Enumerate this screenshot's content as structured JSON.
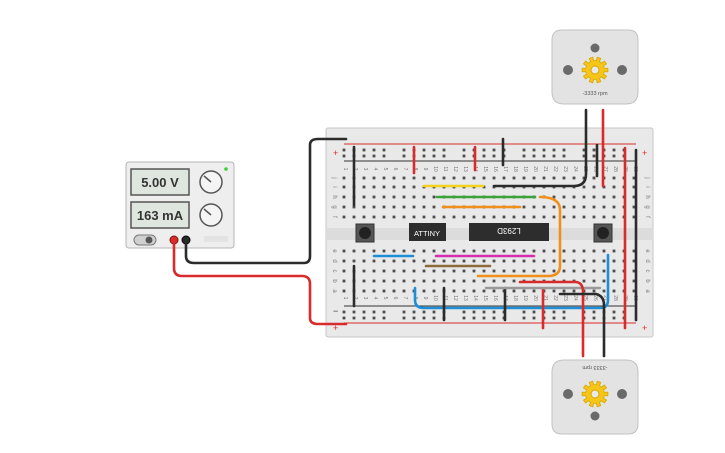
{
  "power_supply": {
    "voltage_display": "5.00 V",
    "current_display": "163 mA"
  },
  "breadboard": {
    "rail_plus": "+",
    "rail_minus": "−",
    "rows_top": [
      "j",
      "i",
      "h",
      "g",
      "f"
    ],
    "rows_bottom": [
      "e",
      "d",
      "c",
      "b",
      "a"
    ],
    "columns_top_labels": [
      "1",
      "2",
      "3",
      "4",
      "5",
      "6",
      "7",
      "8",
      "9",
      "10",
      "11",
      "12",
      "13",
      "14",
      "15",
      "16",
      "17",
      "18",
      "19",
      "20",
      "21",
      "22",
      "23",
      "24",
      "25",
      "26",
      "27",
      "28",
      "29",
      "30"
    ]
  },
  "chips": {
    "mcu_label": "ATTINY",
    "driver_label": "L293D"
  },
  "motors": {
    "top_rpm": "-3333 rpm",
    "bottom_rpm": "-3333 rpm"
  },
  "colors": {
    "wire_red": "#d92b2b",
    "wire_black": "#2b2b2b",
    "wire_orange": "#f0901a",
    "wire_yellow": "#f2d21b",
    "wire_green": "#3aa33a",
    "wire_blue": "#1e8fd6",
    "wire_magenta": "#d42fb0",
    "wire_brown": "#8c6a3c",
    "wire_gray": "#999999",
    "gear": "#f5c518"
  }
}
